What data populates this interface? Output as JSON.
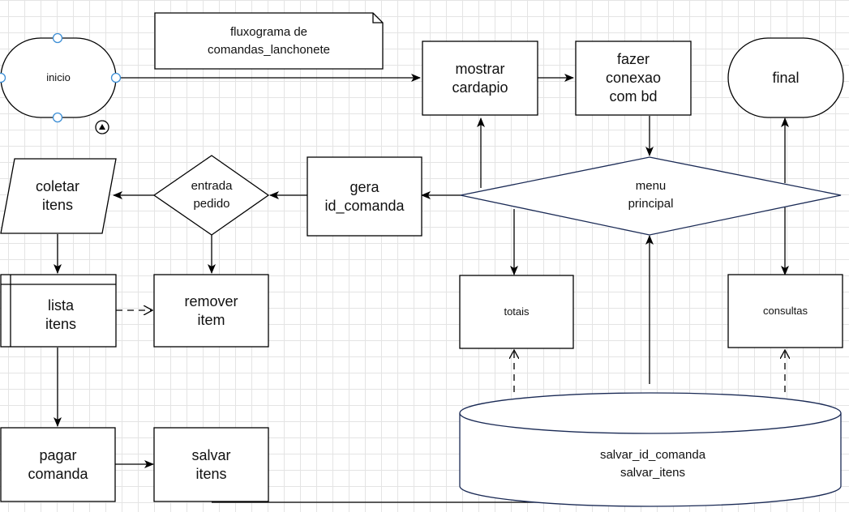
{
  "diagram": {
    "title_note": "fluxograma de\ncomandas_lanchonete",
    "nodes": {
      "inicio": "inicio",
      "mostrar_cardapio": "mostrar\ncardapio",
      "fazer_conexao": "fazer\nconexao\ncom bd",
      "final": "final",
      "coletar_itens": "coletar\nitens",
      "entrada_pedido": "entrada\npedido",
      "gera_id_comanda": "gera\nid_comanda",
      "menu_principal": "menu\nprincipal",
      "lista_itens": "lista\nitens",
      "remover_item": "remover\nitem",
      "totais": "totais",
      "consultas": "consultas",
      "pagar_comanda": "pagar\ncomanda",
      "salvar_itens": "salvar\nitens",
      "database": "salvar_id_comanda\nsalvar_itens"
    },
    "colors": {
      "selection_handle": "#3d8fd6",
      "database_stroke": "#1a2a55",
      "grid": "#e4e4e4"
    }
  }
}
